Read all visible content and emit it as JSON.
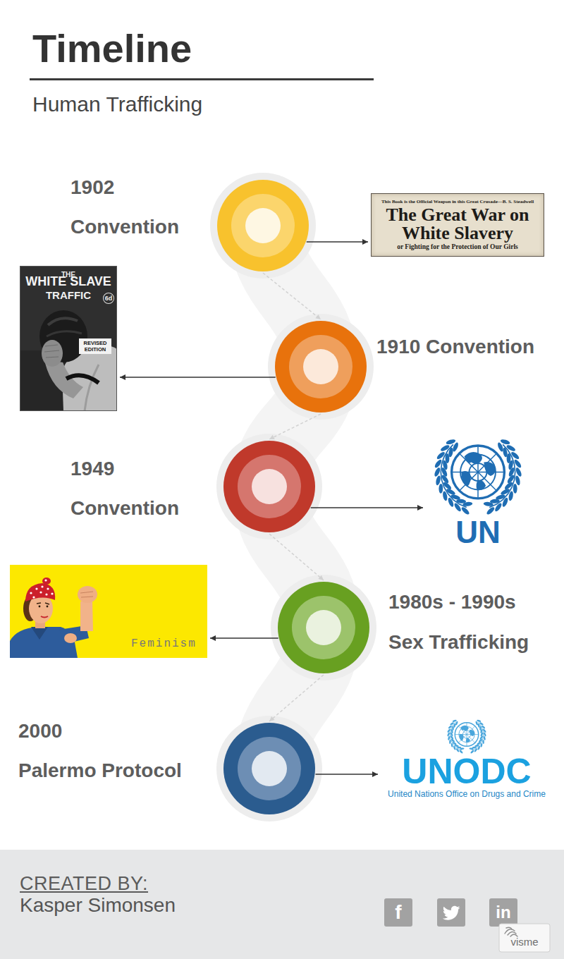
{
  "diagram": {
    "title": "Timeline",
    "nodes": [
      {
        "text": [
          "1902",
          "Convention"
        ]
      },
      {
        "text": [
          "This Book is the Official Weapon in this Great Crusade—B. S. Steadwell",
          "The Great War on White Slavery",
          "or Fighting for the Protection of Our Girls"
        ]
      },
      {
        "text": [
          "THE",
          "WHITE SLAVE",
          "TRAFFIC",
          "6d",
          "REVISED EDITION"
        ]
      },
      {
        "text": [
          "1910 Convention"
        ]
      },
      {
        "text": [
          "1949",
          "Convention"
        ]
      },
      {
        "text": [
          "UN"
        ]
      },
      {
        "text": [
          "Feminism"
        ]
      },
      {
        "text": [
          "1980s - 1990s",
          "Sex Trafficking"
        ]
      },
      {
        "text": [
          "2000",
          "Palermo Protocol"
        ]
      },
      {
        "text": [
          "UNODC",
          "United Nations Office on Drugs and Crime"
        ]
      }
    ],
    "edges": [
      {
        "from": 0,
        "to": 1,
        "arrow": "to"
      },
      {
        "from": 0,
        "to": 3,
        "arrow": "to"
      },
      {
        "from": 3,
        "to": 2,
        "arrow": "to"
      },
      {
        "from": 3,
        "to": 4,
        "arrow": "to"
      },
      {
        "from": 4,
        "to": 5,
        "arrow": "to"
      },
      {
        "from": 4,
        "to": 7,
        "arrow": "to"
      },
      {
        "from": 7,
        "to": 6,
        "arrow": "to"
      },
      {
        "from": 7,
        "to": 8,
        "arrow": "to"
      },
      {
        "from": 8,
        "to": 9,
        "arrow": "to"
      }
    ],
    "labels": [
      "Human Trafficking",
      "CREATED BY:",
      "Kasper Simonsen",
      "f",
      "in",
      "visme"
    ]
  }
}
